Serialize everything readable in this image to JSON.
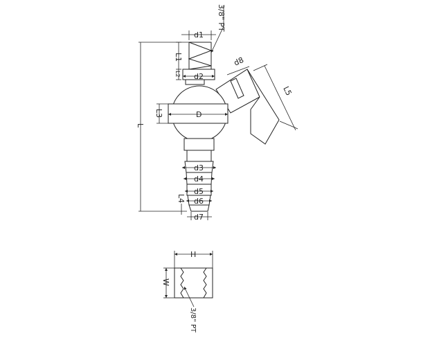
{
  "labels": {
    "thread_top": "3/8\" PT",
    "d1": "d1",
    "d2": "d2",
    "L1": "L1",
    "L2": "L2",
    "L": "L",
    "D": "D",
    "L3": "L3",
    "d8": "d8",
    "L5": "L5",
    "d3": "d3",
    "d4": "d4",
    "d5": "d5",
    "d6": "d6",
    "d7": "d7",
    "L4": "L4",
    "H": "H",
    "W": "W",
    "thread_nut": "3/8\" PT"
  },
  "colors": {
    "line": "#222222",
    "background": "#ffffff"
  }
}
